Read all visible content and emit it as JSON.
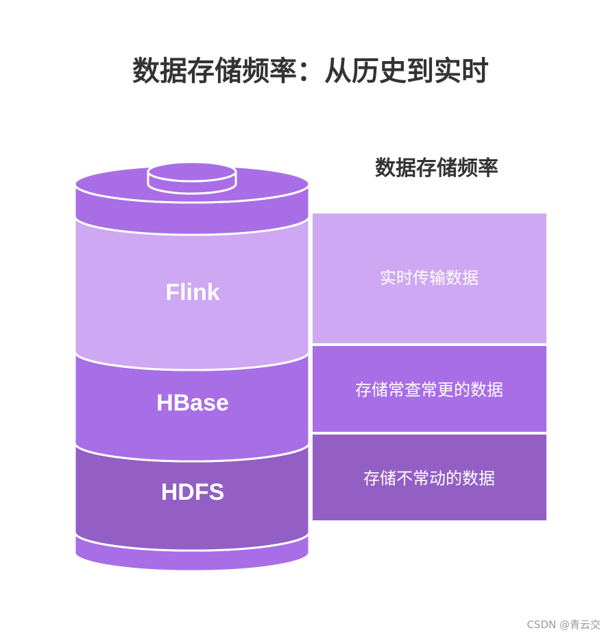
{
  "title": "数据存储频率：从历史到实时",
  "legend_title": "数据存储频率",
  "layers": [
    {
      "name": "Flink",
      "description": "实时传输数据",
      "color": "#cea8f2"
    },
    {
      "name": "HBase",
      "description": "存储常查常更的数据",
      "color": "#a86ee6"
    },
    {
      "name": "HDFS",
      "description": "存储不常动的数据",
      "color": "#935fc5"
    }
  ],
  "cylinder_color": "#a96ee6",
  "watermark": "CSDN @青云交"
}
